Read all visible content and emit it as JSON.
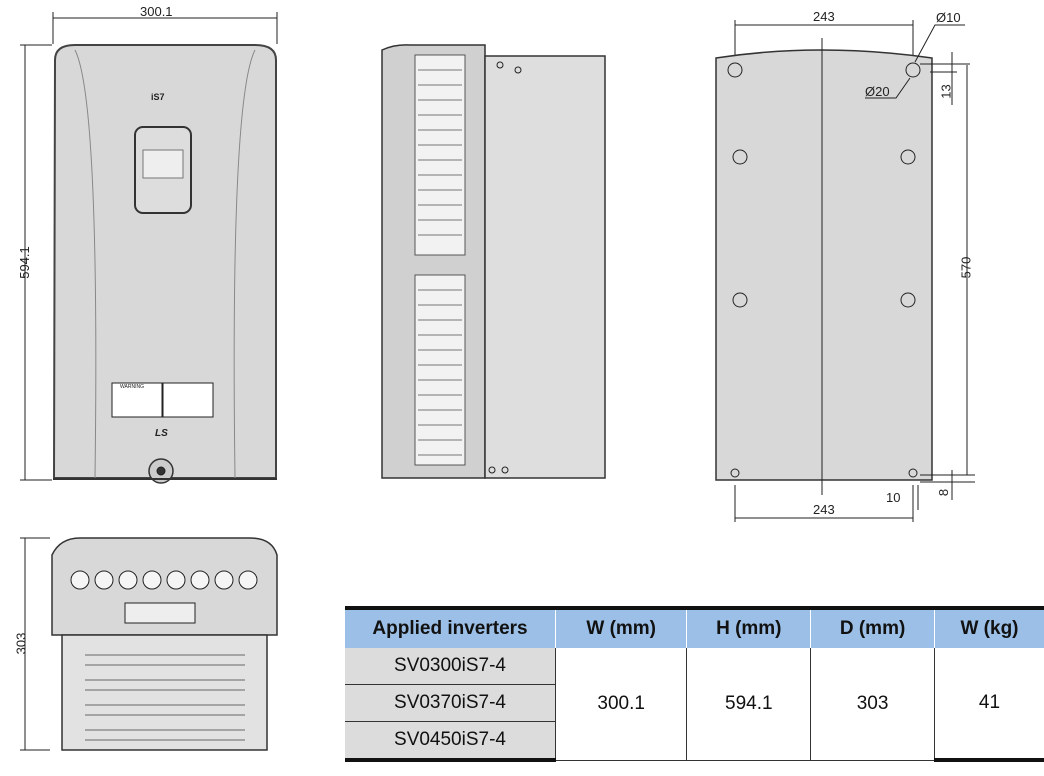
{
  "front_view": {
    "width_label": "300.1",
    "height_label": "594.1",
    "model_logo": "iS7",
    "brand_logo": "LS",
    "warning_label": "WARNING"
  },
  "rear_view": {
    "top_width_label": "243",
    "hole_small_label": "Ø10",
    "hole_large_label": "Ø20",
    "top_offset_label": "13",
    "mount_height_label": "570",
    "side_offset_label": "10",
    "bottom_offset_label": "8",
    "bottom_width_label": "243"
  },
  "bottom_view": {
    "depth_label": "303"
  },
  "table": {
    "headers": [
      "Applied inverters",
      "W (mm)",
      "H (mm)",
      "D (mm)",
      "W (kg)"
    ],
    "models": [
      "SV0300iS7-4",
      "SV0370iS7-4",
      "SV0450iS7-4"
    ],
    "width": "300.1",
    "height": "594.1",
    "depth": "303",
    "weight": "41"
  }
}
